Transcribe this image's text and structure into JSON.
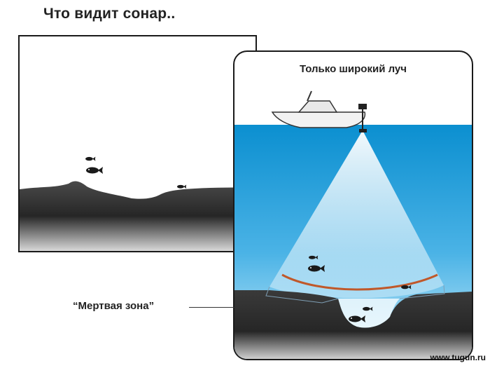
{
  "title": "Что видит сонар..",
  "beam_panel": {
    "title": "Только широкий луч"
  },
  "dead_zone_label": "“Мертвая зона”",
  "watermark": "www.tugun.ru",
  "colors": {
    "water_top": "#0b8fd0",
    "water_bottom": "#bfe7f8",
    "bottom_ground": "#2b2b2b",
    "dead_zone_arc": "#c0582a",
    "beam": "#ffffff"
  }
}
